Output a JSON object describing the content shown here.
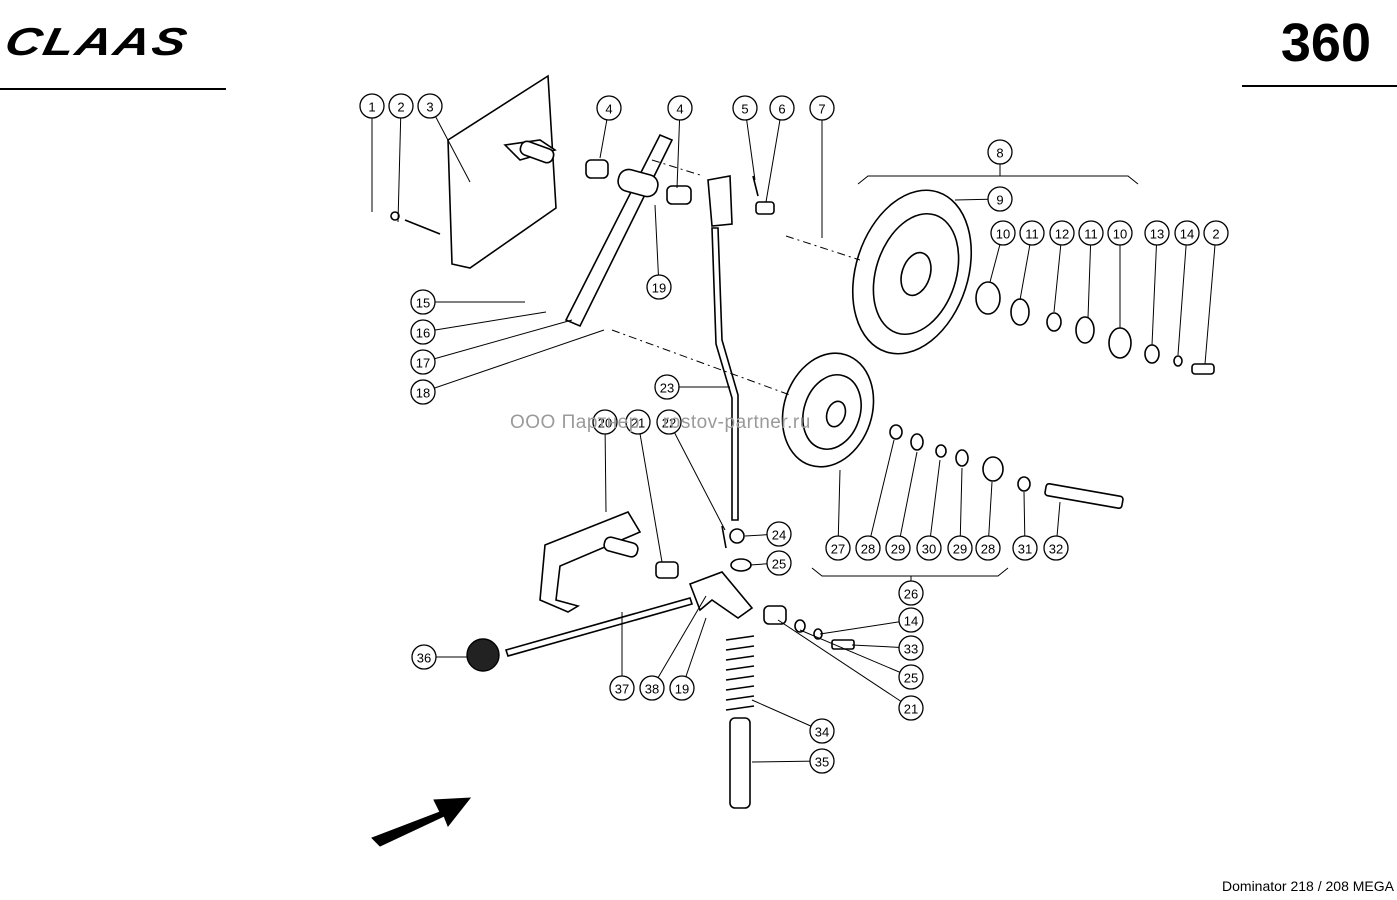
{
  "header": {
    "brand": "CLAAS",
    "page_number": "360"
  },
  "footer": {
    "model": "Dominator 218 / 208 MEGA"
  },
  "watermark": {
    "text": "ООО Партнер    rostov-partner.ru"
  },
  "callouts": [
    {
      "label": "1"
    },
    {
      "label": "2"
    },
    {
      "label": "3"
    },
    {
      "label": "4"
    },
    {
      "label": "4"
    },
    {
      "label": "5"
    },
    {
      "label": "6"
    },
    {
      "label": "7"
    },
    {
      "label": "8"
    },
    {
      "label": "9"
    },
    {
      "label": "10"
    },
    {
      "label": "11"
    },
    {
      "label": "12"
    },
    {
      "label": "11"
    },
    {
      "label": "10"
    },
    {
      "label": "13"
    },
    {
      "label": "14"
    },
    {
      "label": "2"
    },
    {
      "label": "19"
    },
    {
      "label": "15"
    },
    {
      "label": "16"
    },
    {
      "label": "17"
    },
    {
      "label": "18"
    },
    {
      "label": "23"
    },
    {
      "label": "20"
    },
    {
      "label": "21"
    },
    {
      "label": "22"
    },
    {
      "label": "24"
    },
    {
      "label": "25"
    },
    {
      "label": "27"
    },
    {
      "label": "28"
    },
    {
      "label": "29"
    },
    {
      "label": "30"
    },
    {
      "label": "29"
    },
    {
      "label": "28"
    },
    {
      "label": "31"
    },
    {
      "label": "32"
    },
    {
      "label": "26"
    },
    {
      "label": "14"
    },
    {
      "label": "33"
    },
    {
      "label": "25"
    },
    {
      "label": "21"
    },
    {
      "label": "36"
    },
    {
      "label": "37"
    },
    {
      "label": "38"
    },
    {
      "label": "19"
    },
    {
      "label": "34"
    },
    {
      "label": "35"
    }
  ]
}
